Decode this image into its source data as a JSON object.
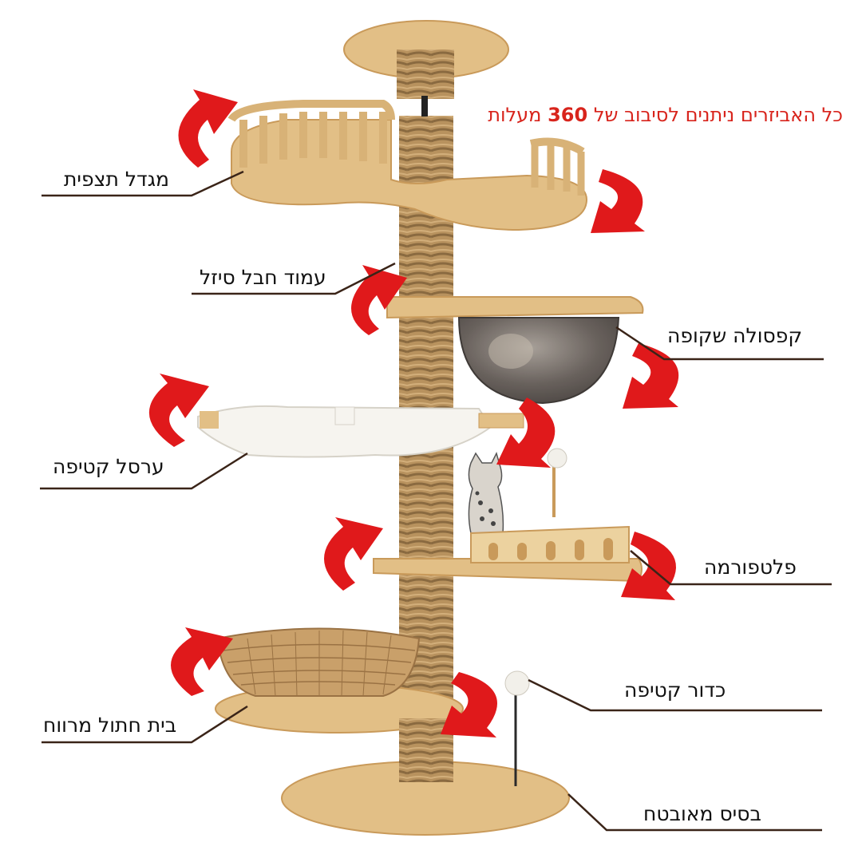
{
  "headline": {
    "before": "כל האביזרים ניתנים לסיבוב של",
    "number": "360",
    "after": "מעלות",
    "color": "#d8241c"
  },
  "labels": {
    "watchtower": "מגדל תצפית",
    "sisal_post": "עמוד חבל סיזל",
    "capsule": "קפסולה שקופה",
    "hammock": "ערסל קטיפה",
    "platform": "פלטפורמה",
    "plush_ball": "כדור קטיפה",
    "rattan_bed": "בית חתול מרווח",
    "base": "בסיס מאובטח"
  },
  "colors": {
    "wood": "#e2bf86",
    "wood_edge": "#c99a5a",
    "rope": "#b8925e",
    "rope_dark": "#8a6a40",
    "arrow": "#e0191b",
    "leader": "#3a2418",
    "plush": "#f6f4ef",
    "capsule": "#5d5550"
  },
  "icons": [
    "rotate-arrow-icon",
    "cat-figure",
    "plush-ball-toy-icon"
  ]
}
